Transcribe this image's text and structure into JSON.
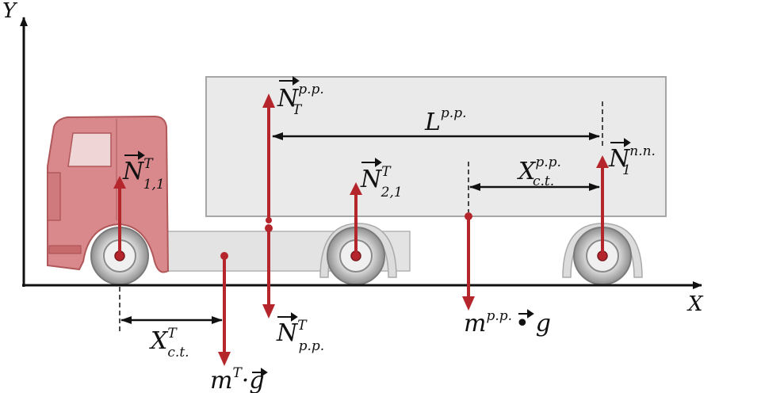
{
  "axes": {
    "x_label": "X",
    "y_label": "Y"
  },
  "labels": {
    "n11": {
      "main": "N",
      "sup": "T",
      "sub": "1,1"
    },
    "n21": {
      "main": "N",
      "sup": "T",
      "sub": "2,1"
    },
    "ntpp": {
      "main": "N",
      "sup": "p.p.",
      "sub": "T"
    },
    "n1nn": {
      "main": "N",
      "sup": "n.n.",
      "sub": "1"
    },
    "lpp": {
      "main": "L",
      "sup": "p.p."
    },
    "xctpp": {
      "main": "X",
      "sup": "p.p.",
      "sub": "c.t."
    },
    "xctt": {
      "main": "X",
      "sup": "T",
      "sub": "c.t."
    },
    "ntppb": {
      "main": "N",
      "sup": "T",
      "sub": "p.p."
    },
    "mtg": {
      "m": "m",
      "sup": "T",
      "dot": "·",
      "g": "g"
    },
    "mppg": {
      "m": "m",
      "sup": "p.p.",
      "dot": "•",
      "g": "g"
    }
  },
  "colors": {
    "force": "#b5262c",
    "cab": "#d97f82",
    "cab_dark": "#b85456",
    "trailer": "#e7e7e7",
    "trailer_stroke": "#a9a9a9",
    "axis": "#111111",
    "wheel": "#9c9c9c"
  }
}
